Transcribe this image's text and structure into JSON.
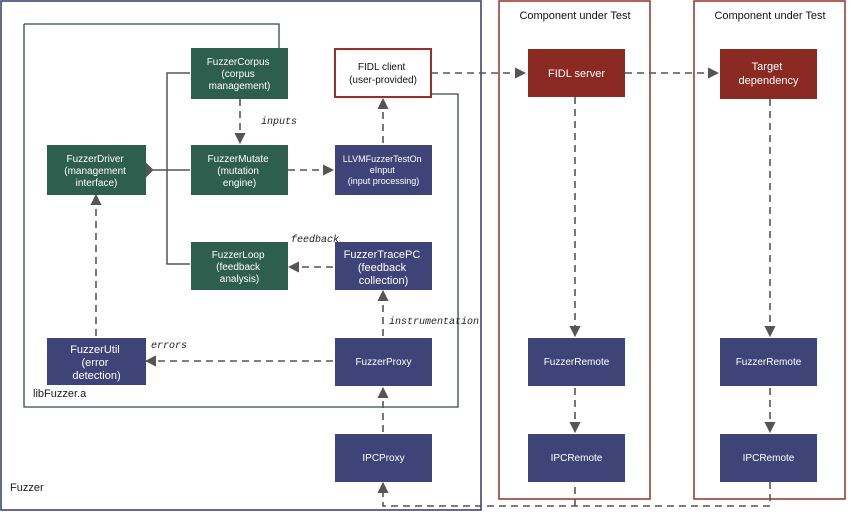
{
  "colors": {
    "green": "#2e5f4e",
    "navy": "#3f4478",
    "red": "#8b2a22",
    "red_border": "#9b2f27",
    "outer_border": "#2e3a6e",
    "line": "#555555"
  },
  "containers": {
    "fuzzer_label": "Fuzzer",
    "libfuzzer_label": "libFuzzer.a",
    "cut1_title": "Component under Test",
    "cut2_title": "Component under Test"
  },
  "boxes": {
    "fuzzer_corpus": [
      "FuzzerCorpus",
      "(corpus",
      "management)"
    ],
    "fidl_client": [
      "FIDL client",
      "(user-provided)"
    ],
    "fuzzer_driver": [
      "FuzzerDriver",
      "(management",
      "interface)"
    ],
    "fuzzer_mutate": [
      "FuzzerMutate",
      "(mutation",
      "engine)"
    ],
    "llvm_fuzzer": [
      "LLVMFuzzerTestOn",
      "eInput",
      "(input processing)"
    ],
    "fuzzer_loop": [
      "FuzzerLoop",
      "(feedback",
      "analysis)"
    ],
    "fuzzer_tracepc": [
      "FuzzerTracePC",
      "(feedback",
      "collection)"
    ],
    "fuzzer_util": [
      "FuzzerUtil",
      "(error",
      "detection)"
    ],
    "fuzzer_proxy": [
      "FuzzerProxy"
    ],
    "ipc_proxy": [
      "IPCProxy"
    ],
    "fidl_server": [
      "FIDL server"
    ],
    "fuzzer_remote_1": [
      "FuzzerRemote"
    ],
    "ipc_remote_1": [
      "IPCRemote"
    ],
    "target_dependency": [
      "Target",
      "dependency"
    ],
    "fuzzer_remote_2": [
      "FuzzerRemote"
    ],
    "ipc_remote_2": [
      "IPCRemote"
    ]
  },
  "edge_labels": {
    "inputs": "inputs",
    "feedback": "feedback",
    "instrumentation": "instrumentation",
    "errors": "errors"
  }
}
